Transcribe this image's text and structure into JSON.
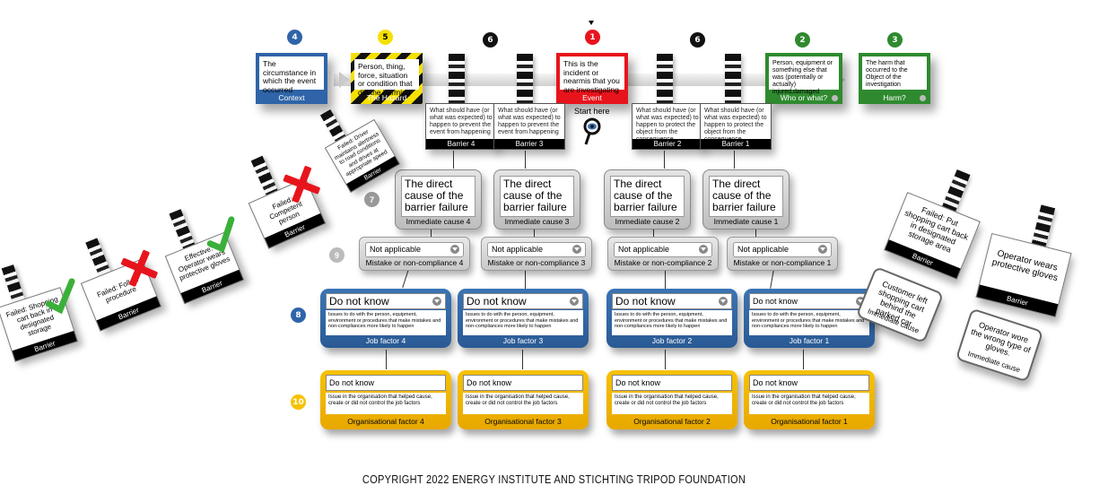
{
  "top": {
    "context": {
      "num": "4",
      "text": "The circumstance in which the event occurred",
      "label": "Context",
      "color": "#2f64a8"
    },
    "hazard": {
      "num": "5",
      "text": "Person, thing, force, situation or condition that did the harming",
      "label": "The Hazard",
      "color": "#f5e000"
    },
    "event": {
      "num": "1",
      "text": "This is the incident or nearmis that you are investigating",
      "label": "Event",
      "color": "#e8141c"
    },
    "who": {
      "num": "2",
      "text": "Person, equipment or something else that was (potentially or actually) injured,damaged",
      "label": "Who or what?",
      "color": "#2f8a2f"
    },
    "harm": {
      "num": "3",
      "text": "The harm that occurred to the Object of the investigation",
      "label": "Harm?",
      "color": "#2f8a2f"
    },
    "barrier_num": "6",
    "start_here": "Start here"
  },
  "barriers": [
    {
      "text": "What should have (or what was expected) to happen to prevent the event from happening",
      "label": "Barrier 4"
    },
    {
      "text": "What should have (or what was expected) to happen to prevent the event from happening",
      "label": "Barrier 3"
    },
    {
      "text": "What should have (or what was expected) to happen to protect the object from the consequence",
      "label": "Barrier 2"
    },
    {
      "text": "What should have (or what was expected) to happen to protect the object from the consequence",
      "label": "Barrier 1"
    }
  ],
  "immediate": [
    {
      "text": "The direct cause of the barrier failure",
      "label": "Immediate cause 4"
    },
    {
      "text": "The direct cause of the barrier failure",
      "label": "Immediate cause 3"
    },
    {
      "text": "The direct cause of the barrier failure",
      "label": "Immediate cause 2"
    },
    {
      "text": "The direct cause of the barrier failure",
      "label": "Immediate cause 1"
    }
  ],
  "mistake": [
    {
      "value": "Not applicable",
      "label": "Mistake or non-compliance 4"
    },
    {
      "value": "Not applicable",
      "label": "Mistake or non-compliance 3"
    },
    {
      "value": "Not applicable",
      "label": "Mistake or non-compliance 2"
    },
    {
      "value": "Not applicable",
      "label": "Mistake or non-compliance 1"
    }
  ],
  "job": [
    {
      "value": "Do not know",
      "desc": "Issues to do with the person, equipment, environment or procedures that make mistakes and non-compliances more likely to happen",
      "label": "Job factor 4"
    },
    {
      "value": "Do not know",
      "desc": "Issues to do with the person, equipment, environment or procedures that make mistakes and non-compliances more likely to happen",
      "label": "Job factor 3"
    },
    {
      "value": "Do not know",
      "desc": "Issues to do with the person, equipment, environment or procedures that make mistakes and non-compliances more likely to happen",
      "label": "Job factor 2"
    },
    {
      "value": "Do not know",
      "desc": "Issues to do with the person, equipment, environment or procedures that make mistakes and non-compliances more likely to happen",
      "label": "Job factor 1"
    }
  ],
  "org": [
    {
      "value": "Do not know",
      "desc": "Issue in the organisation that helped cause, create or did not control the job factors",
      "label": "Organisational factor 4"
    },
    {
      "value": "Do not know",
      "desc": "Issue in the organisation that helped cause, create or did not control the job factors",
      "label": "Organisational factor 3"
    },
    {
      "value": "Do not know",
      "desc": "Issue in the organisation that helped cause, create or did not control the job factors",
      "label": "Organisational factor 2"
    },
    {
      "value": "Do not know",
      "desc": "Issue in the organisation that helped cause, create or did not control the job factors",
      "label": "Organisational factor 1"
    }
  ],
  "row_nums": {
    "immediate": "7",
    "mistake": "9",
    "job": "8",
    "org": "10"
  },
  "row_colors": {
    "job": "#2f64a8",
    "org": "#f7c200"
  },
  "left_tags": [
    {
      "text": "Failed: Shopping cart back in designated storage",
      "label": "Barrier",
      "mark": "check"
    },
    {
      "text": "Failed: Follow procedure",
      "label": "Barrier",
      "mark": "cross"
    },
    {
      "text": "Effective: Operator wears protective gloves",
      "label": "Barrier",
      "mark": "check"
    },
    {
      "text": "Failed: Competent person",
      "label": "Barrier",
      "mark": "cross"
    },
    {
      "text": "Failed: Driver maintains alertness to road conditions and drives at appropriate speed",
      "label": "Barrier",
      "mark": "none"
    }
  ],
  "right_tags": {
    "barrier_a": {
      "text": "Failed: Put shopping cart back in designated storage area",
      "label": "Barrier"
    },
    "imm_a": {
      "text": "Customer left shopping cart behind the parked car.",
      "label": "Immediate cause"
    },
    "barrier_b": {
      "text": "Operator wears protective gloves",
      "label": "Barrier"
    },
    "imm_b": {
      "text": "Operator wore the wrong type of gloves.",
      "label": "Immediate cause"
    }
  },
  "footer": "COPYRIGHT 2022 ENERGY INSTITUTE AND STICHTING TRIPOD FOUNDATION"
}
